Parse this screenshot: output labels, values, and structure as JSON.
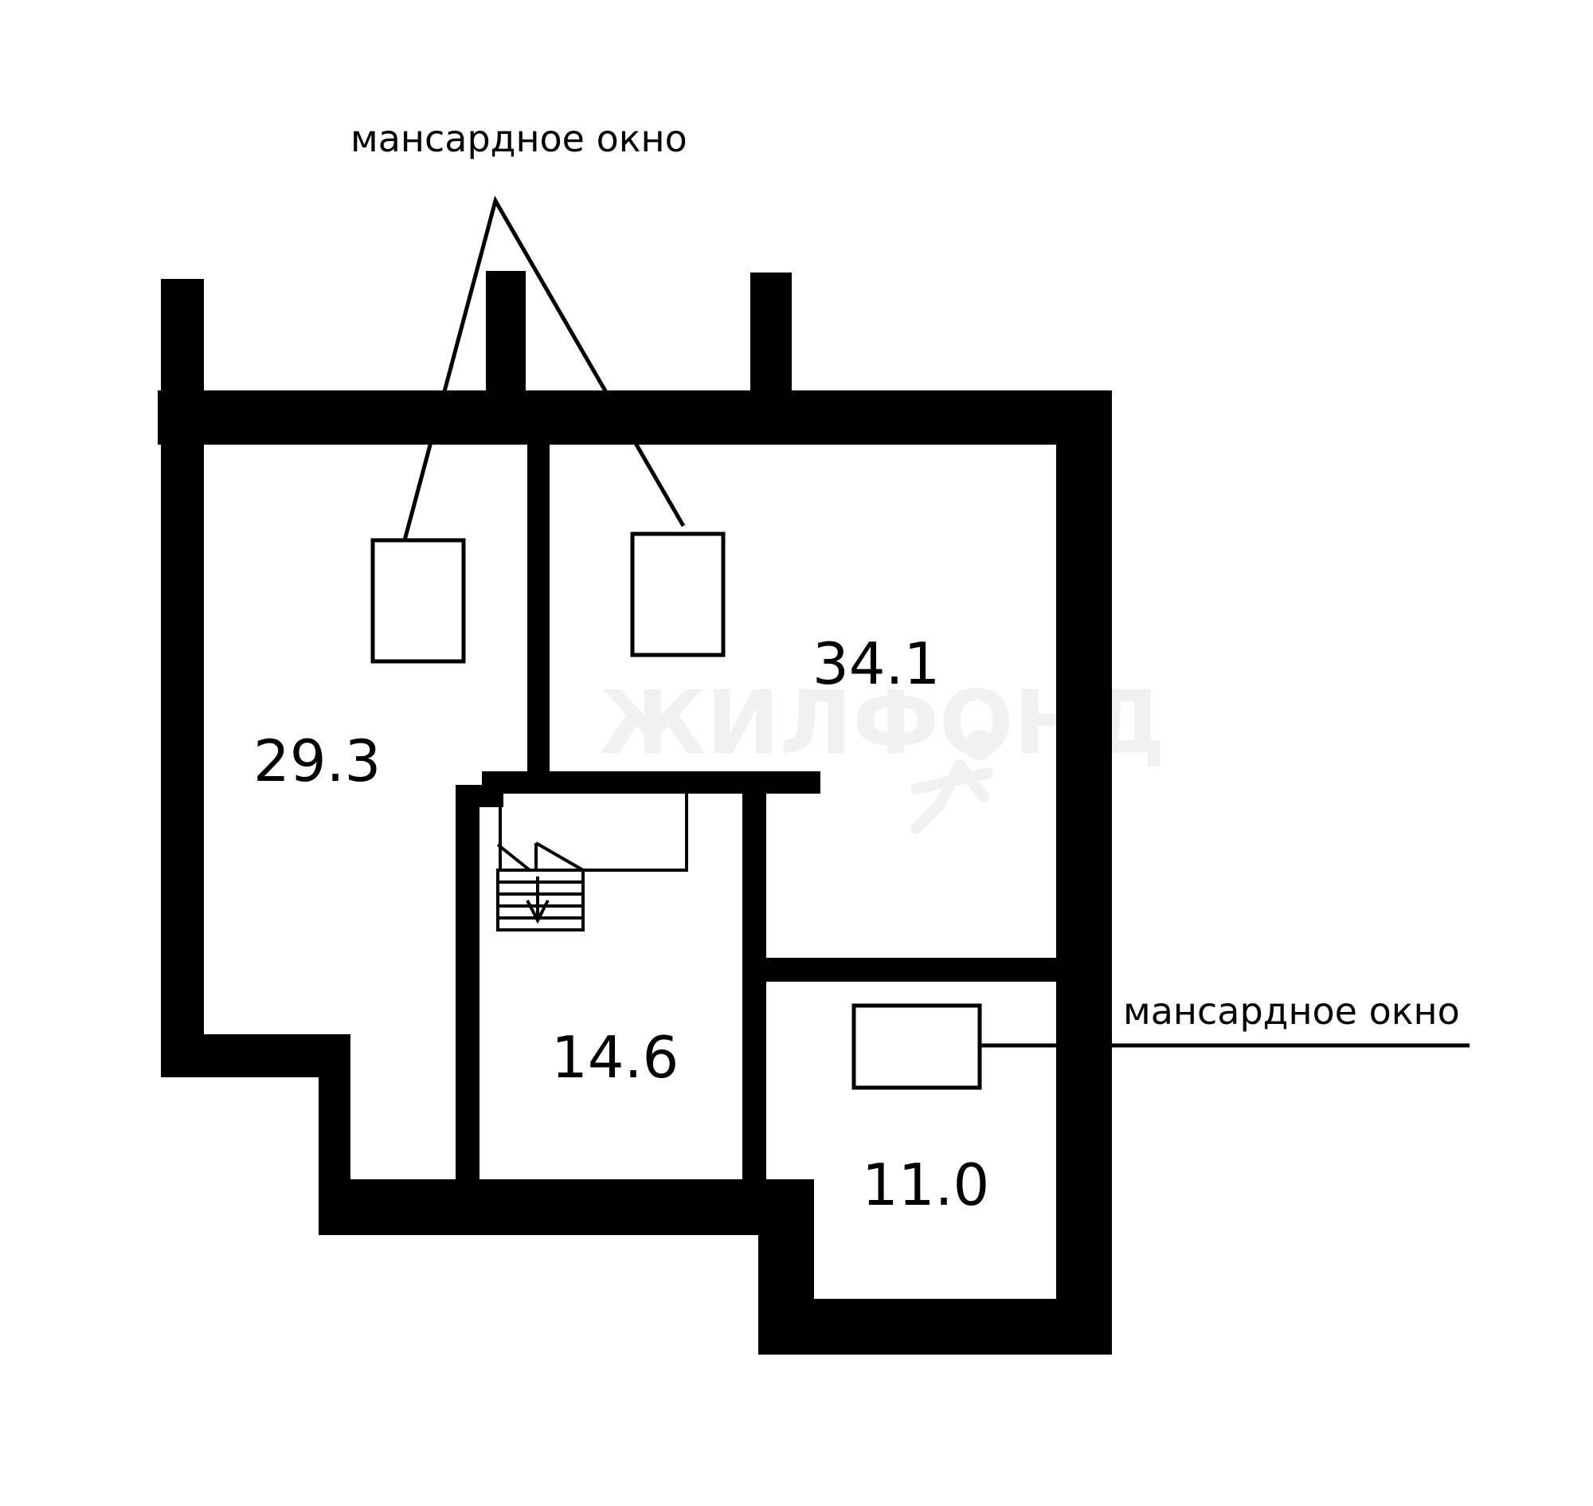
{
  "rooms": [
    {
      "id": "room-left",
      "area": "29.3"
    },
    {
      "id": "room-top-right",
      "area": "34.1"
    },
    {
      "id": "room-stair",
      "area": "14.6"
    },
    {
      "id": "room-bottom-right",
      "area": "11.0"
    }
  ],
  "annotations": {
    "top_window_label": "мансардное окно",
    "right_window_label": "мансардное окно"
  },
  "watermark": "ЖИЛФОНД",
  "colors": {
    "wall": "#000000",
    "background": "#ffffff",
    "watermark": "#f1f1f1"
  }
}
